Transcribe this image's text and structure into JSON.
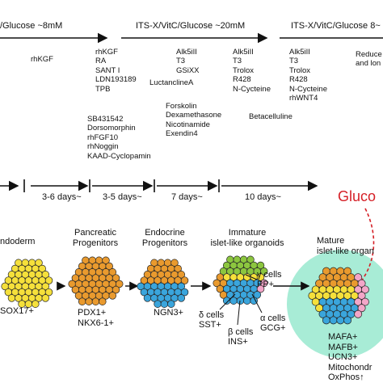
{
  "media": {
    "stage1": "/Glucose ~8mM",
    "stage2": "ITS-X/VitC/Glucose ~20mM",
    "stage3": "ITS-X/VitC/Glucose 8~"
  },
  "factors": {
    "col_a": [
      "rhKGF"
    ],
    "col_b": [
      "rhKGF",
      "RA",
      "SANT I",
      "LDN193189",
      "TPB"
    ],
    "col_b2": [
      "SB431542",
      "Dorsomorphin",
      "rhFGF10",
      "rhNoggin",
      "KAAD-Cyclopamin"
    ],
    "col_c": [
      "Alk5iII",
      "T3",
      "GSiXX"
    ],
    "col_c_luct": "LuctanclineA",
    "col_c2": [
      "Forskolin",
      "Dexamethasone",
      "Nicotinamide",
      "Exendin4"
    ],
    "col_d": [
      "Alk5iII",
      "T3",
      "Trolox",
      "R428",
      "N-Cycteine"
    ],
    "col_d_beta": "Betacelluline",
    "col_e": [
      "Alk5iII",
      "T3",
      "Trolox",
      "R428",
      "N-Cycteine",
      "rhWNT4"
    ],
    "col_f": [
      "Reduce",
      "and lon"
    ]
  },
  "durations": [
    "3-6 days~",
    "3-5 days~",
    "7 days~",
    "10 days~"
  ],
  "glucose_label": "Gluco",
  "stages": {
    "endoderm": "ndoderm",
    "pancreatic": [
      "Pancreatic",
      "Progenitors"
    ],
    "endocrine": [
      "Endocrine",
      "Progenitors"
    ],
    "immature": [
      "Immature",
      "islet-like organoids"
    ],
    "mature": [
      "Mature",
      "islet-like organ"
    ]
  },
  "markers": {
    "endoderm": "SOX17+",
    "pancreatic": [
      "PDX1+",
      "NKX6-1+"
    ],
    "endocrine": "NGN3+",
    "mature": [
      "MAFA+",
      "MAFB+",
      "UCN3+",
      "Mitochondr",
      "OxPhos↑"
    ]
  },
  "cell_labels": {
    "gamma": [
      "γ cells",
      "PP+"
    ],
    "delta": [
      "δ cells",
      "SST+"
    ],
    "alpha": [
      "α cells",
      "GCG+"
    ],
    "beta": [
      "β cells",
      "INS+"
    ]
  },
  "colors": {
    "yellow": "#f5e03b",
    "orange": "#e99a2e",
    "blue": "#3aa5dc",
    "green": "#8cc63f",
    "pink": "#f3a6c8",
    "teal_bg": "#a8ecd6",
    "red": "#d51f26"
  }
}
